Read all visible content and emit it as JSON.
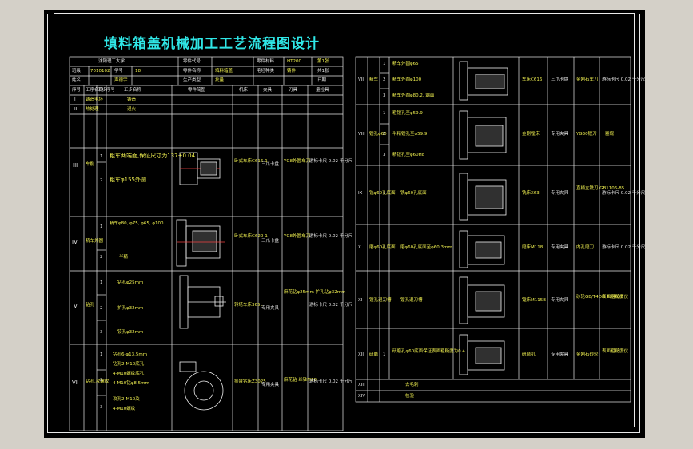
{
  "title": "填料箱盖机械加工工艺流程图设计",
  "left_header": {
    "school": "沈阳理工大学",
    "part_no_label": "零件代号",
    "material_label": "零件材料",
    "material": "HT200",
    "sheet_label": "第1张",
    "class_label": "班级",
    "class_no": "7010102",
    "student_no_label": "学号",
    "student_no": "18",
    "part_name_label": "零件名称",
    "part_name": "填料箱盖",
    "blank_label": "毛坯种类",
    "blank": "铸件",
    "total_label": "共1张",
    "name_label": "姓名",
    "name": "声德宇",
    "prod_type_label": "生产类型",
    "prod_type": "批量",
    "date_label": "日期"
  },
  "col_headers": [
    "序号",
    "工序名称",
    "工步序号",
    "工步名称",
    "零件简图",
    "机床",
    "夹具",
    "刀具",
    "量检具"
  ],
  "left_rows": [
    {
      "no": "I",
      "name": "铸造毛坯",
      "step_text": "铸造"
    },
    {
      "no": "II",
      "name": "热处理",
      "step_text": "退火"
    },
    {
      "no": "III",
      "name": "车削",
      "steps": [
        "1",
        "2"
      ],
      "step_texts": [
        "粗车两端面,保证尺寸为137±0.04",
        "粗车φ155外圆"
      ],
      "machine": "卧式车床C616-1",
      "fixture": "三爪卡盘",
      "tool": "YG8外圆车刀",
      "gauge": "游标卡尺 0.02 千分尺"
    },
    {
      "no": "IV",
      "name": "精车外圆",
      "steps": [
        "1",
        "2"
      ],
      "step_texts": [
        "精车φ80, φ75, φ65, φ100",
        "半精"
      ],
      "machine": "卧式车床C620-1",
      "fixture": "三爪卡盘",
      "tool": "YG8外圆车刀",
      "gauge": "游标卡尺 0.02 千分尺"
    },
    {
      "no": "V",
      "name": "钻孔",
      "steps": [
        "1",
        "2",
        "3"
      ],
      "step_texts": [
        "钻孔φ25mm",
        "扩孔φ32mm",
        "铰孔φ32mm"
      ],
      "machine": "转塔车床365L",
      "fixture": "专用夹具",
      "tool": "麻花钻φ25mm 扩孔钻φ32mm",
      "gauge": "游标卡尺 0.02 千分尺"
    },
    {
      "no": "VI",
      "name": "钻孔,攻螺纹",
      "steps": [
        "1",
        "2",
        "3"
      ],
      "step_texts": [
        "钻孔6-φ13.5mm",
        "钻孔2-M10底孔",
        "4-M10螺纹底孔",
        "4-M10钻φ8.5mm",
        "攻孔2-M10及",
        "4-M10螺纹"
      ],
      "machine": "摇臂钻床Z3025",
      "fixture": "专用夹具",
      "tool": "麻花钻 丝锥M10",
      "gauge": "游标卡尺 0.02 千分尺"
    }
  ],
  "right_rows": [
    {
      "no": "VII",
      "name": "精车",
      "steps": [
        "1",
        "2",
        "3"
      ],
      "step_texts": [
        "精车外圆φ65",
        "精车外圆φ100",
        "精车外圆φ80.2, 端面"
      ],
      "machine": "车床C616",
      "fixture": "三爪卡盘",
      "tool": "金刚石车刀",
      "gauge": "游标卡尺 0.02 千分尺"
    },
    {
      "no": "VIII",
      "name": "镗孔φ60",
      "steps": [
        "1",
        "2",
        "3"
      ],
      "step_texts": [
        "粗镗孔至φ59.9",
        "半精镗孔至φ59.9",
        "精镗孔至φ60H8"
      ],
      "machine": "金刚镗床",
      "fixture": "专用夹具",
      "tool": "YG30镗刀",
      "gauge": "塞规"
    },
    {
      "no": "IX",
      "name": "铣φ60孔底面",
      "steps": [
        "1"
      ],
      "step_texts": [
        "铣φ60孔底面"
      ],
      "machine": "铣床X63",
      "fixture": "专用夹具",
      "tool": "直柄立铣刀 GB1106-85",
      "gauge": "游标卡尺 0.02 千分尺"
    },
    {
      "no": "X",
      "name": "磨φ60孔底面",
      "steps": [
        "1"
      ],
      "step_texts": [
        "磨φ60孔底面至φ60.3mm"
      ],
      "machine": "磨床M118",
      "fixture": "专用夹具",
      "tool": "内孔磨刀",
      "gauge": "游标卡尺 0.02 千分尺"
    },
    {
      "no": "XI",
      "name": "镗孔退刀槽",
      "steps": [
        "1"
      ],
      "step_texts": [
        "镗孔退刀槽"
      ],
      "machine": "镗床M115B",
      "fixture": "专用夹具",
      "tool": "砂轮GB/T4DN 20X6X8",
      "gauge": "表面粗糙度仪"
    },
    {
      "no": "XII",
      "name": "研磨",
      "steps": [
        "1"
      ],
      "step_texts": [
        "研磨孔φ60底面保证表面粗糙度为0.4"
      ],
      "machine": "研磨机",
      "fixture": "专用夹具",
      "tool": "金刚石砂轮",
      "gauge": "表面粗糙度仪"
    },
    {
      "no": "XIII",
      "name": "去毛刺"
    },
    {
      "no": "XIV",
      "name": "检验"
    }
  ]
}
